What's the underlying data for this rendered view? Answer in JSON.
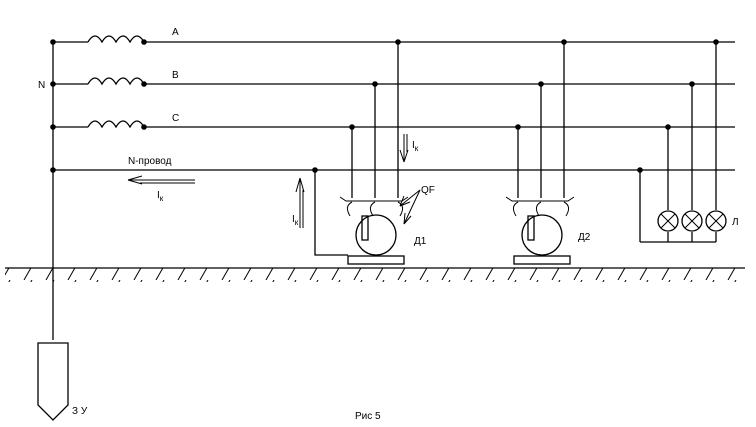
{
  "phase_labels": {
    "a": "A",
    "b": "B",
    "c": "C"
  },
  "neutral_label": "N",
  "neutral_wire_label": "N-провод",
  "fault_current_label": "I",
  "fault_current_subscript": "к",
  "breaker_label": "QF",
  "motor_1_label": "Д1",
  "motor_2_label": "Д2",
  "lamps_label": "Л",
  "grounding_device_label": "З У",
  "figure_caption": "Рис 5"
}
